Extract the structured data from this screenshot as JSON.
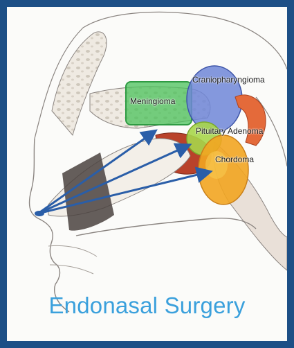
{
  "labels": {
    "craniopharyngioma": "Craniopharyngioma",
    "meningioma": "Meningioma",
    "pituitary_adenoma": "Pituitary Adenoma",
    "chordoma": "Chordoma"
  },
  "caption": "Endonasal Surgery",
  "colors": {
    "frame": "#1d4f86",
    "caption": "#3aa0dc",
    "meningioma": "#49c25a",
    "craniopharyngioma": "#6f86d8",
    "pituitary_adenoma": "#a7d64a",
    "chordoma": "#f2a521",
    "arrows": "#2a5ea8"
  }
}
